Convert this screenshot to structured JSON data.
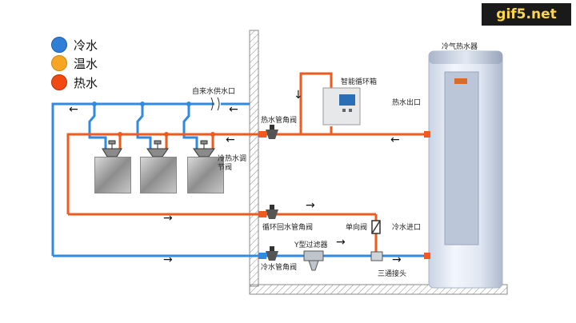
{
  "watermark": "gif5.net",
  "legend": [
    {
      "label": "冷水",
      "color": "#2f7fd6"
    },
    {
      "label": "温水",
      "color": "#f6a623"
    },
    {
      "label": "热水",
      "color": "#f04a12"
    }
  ],
  "labels": {
    "heater": "冷气热水器",
    "tap_water": "自来水供水口",
    "controller": "智能循环箱",
    "hot_outlet": "热水出口",
    "hot_angle_valve": "热水管角阀",
    "mix_valve": "冷热水调节阀",
    "return_valve": "循环回水管角阀",
    "check_valve": "单向阀",
    "cold_inlet": "冷水进口",
    "y_filter": "Y型过滤器",
    "cold_angle_valve": "冷水管角阀",
    "tee": "三通接头"
  },
  "colors": {
    "cold_pipe": "#2f8ae0",
    "hot_pipe": "#f05a1e",
    "wall": "#888888"
  }
}
